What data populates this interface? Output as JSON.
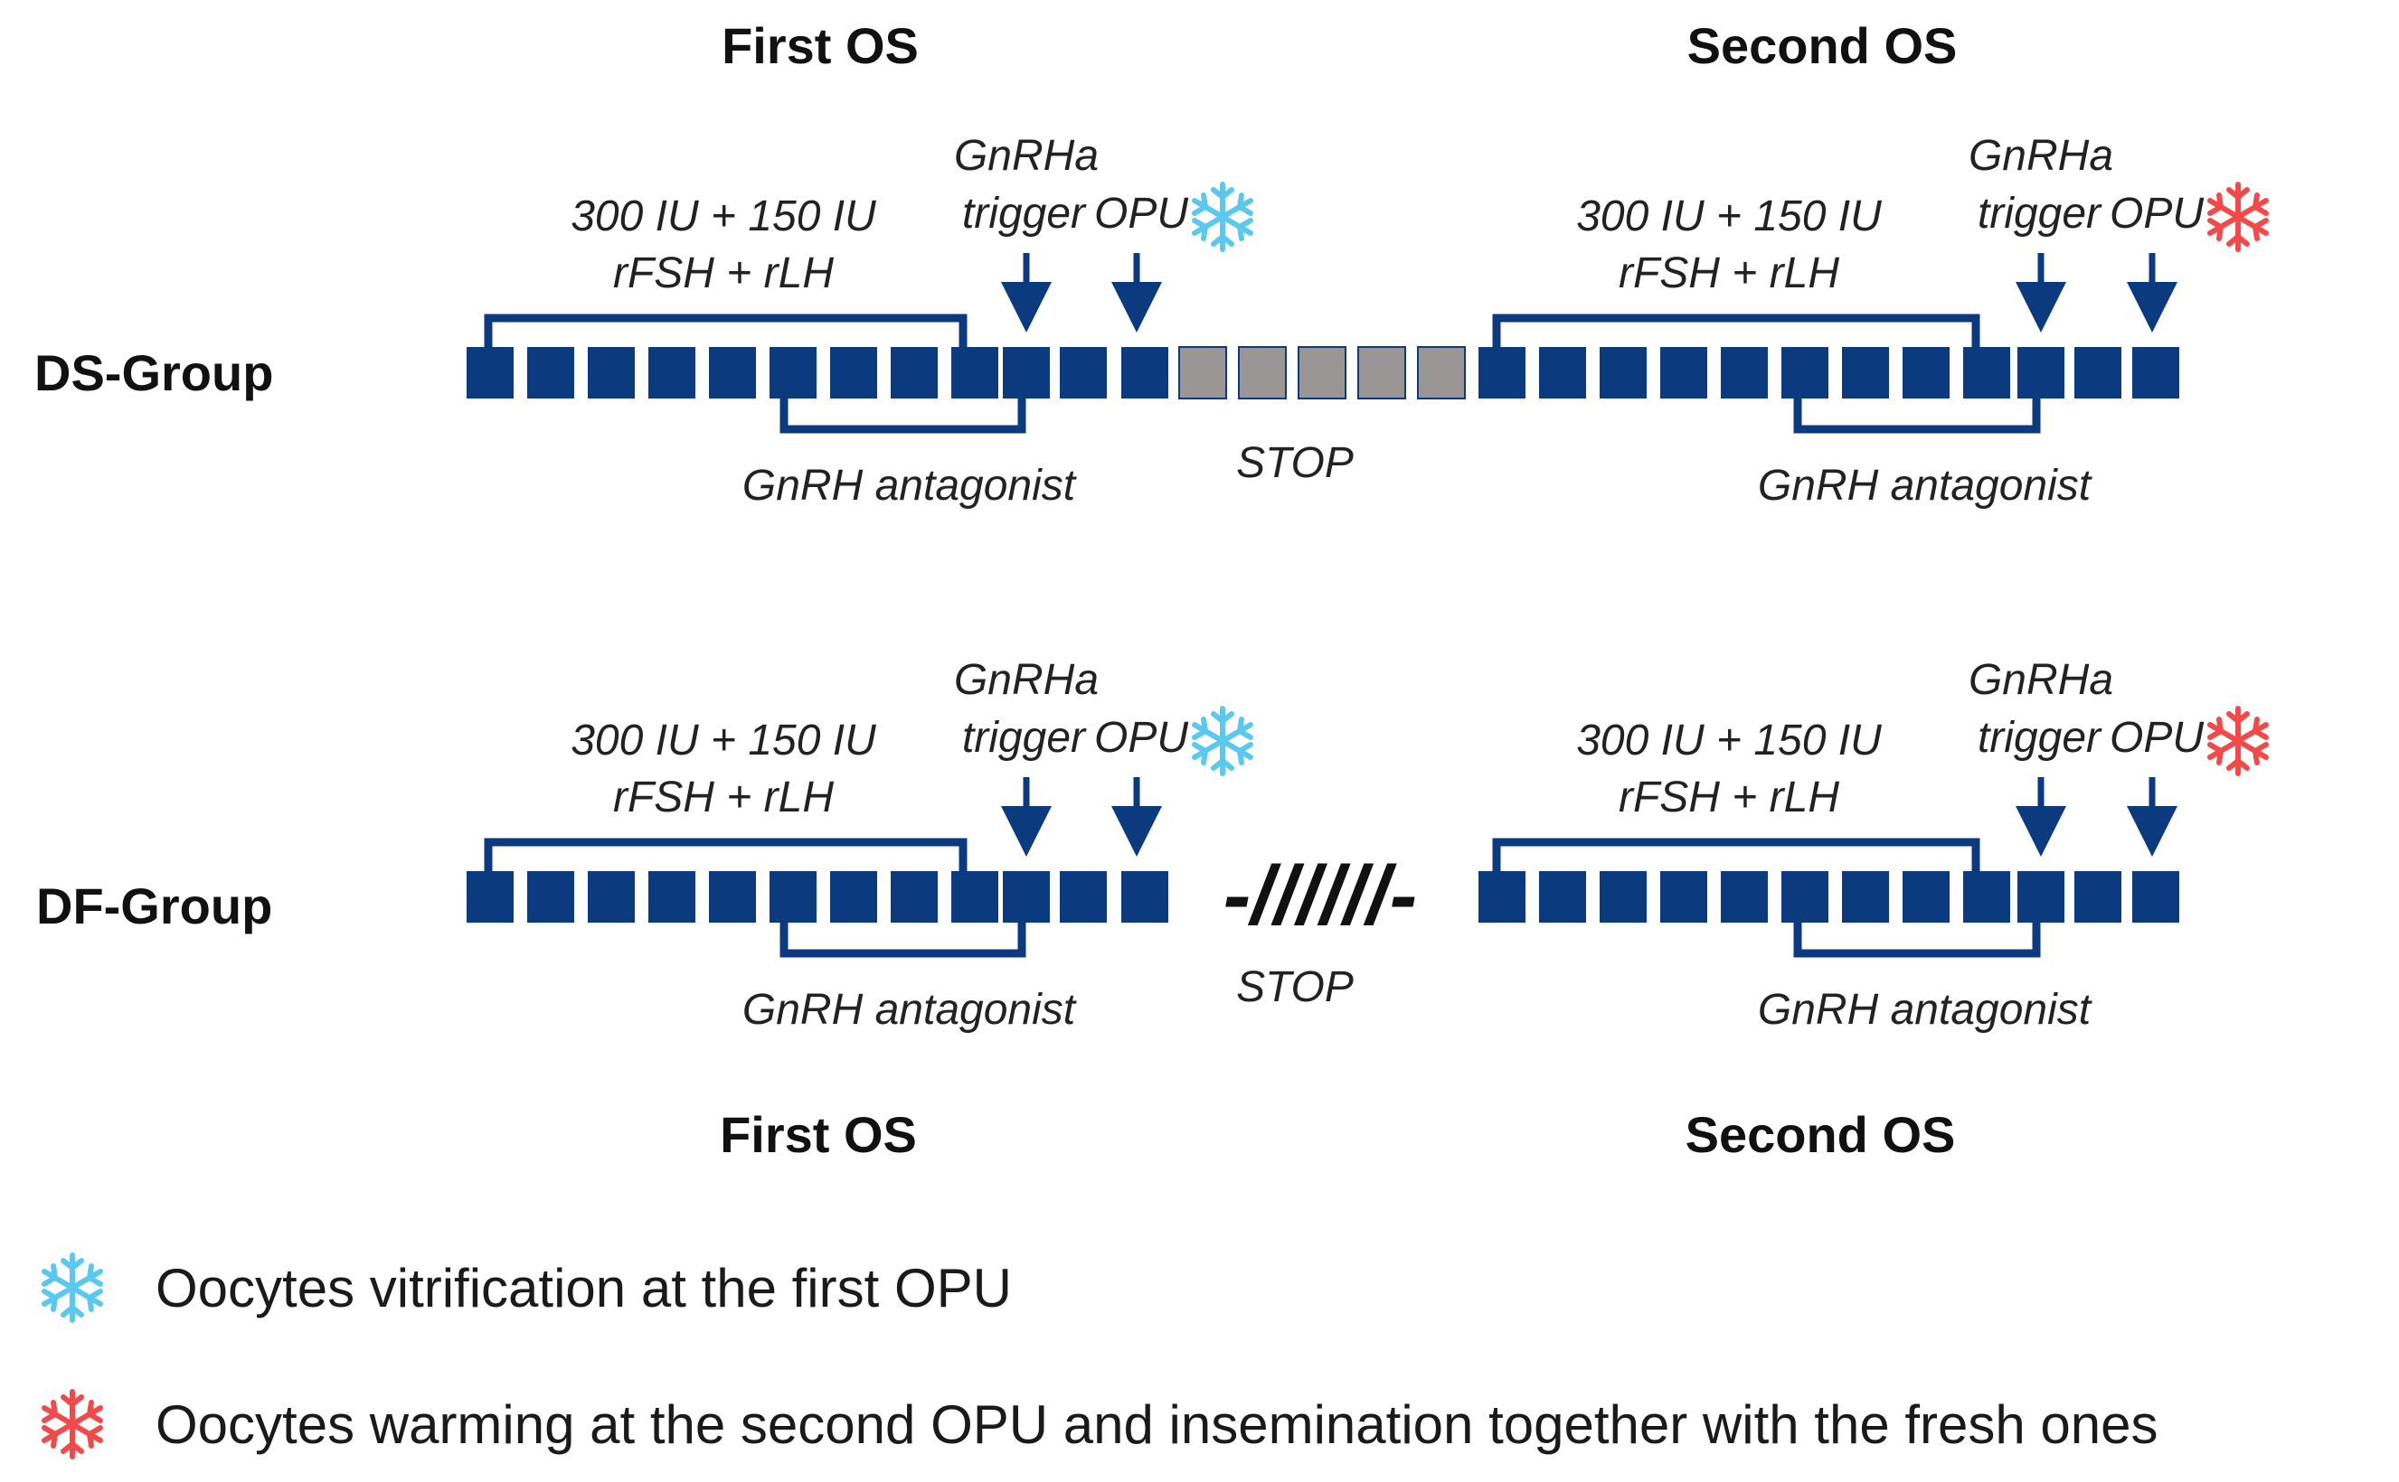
{
  "headers": {
    "first_top": "First OS",
    "second_top": "Second OS",
    "first_bottom": "First OS",
    "second_bottom": "Second OS"
  },
  "groups": {
    "ds": "DS-Group",
    "df": "DF-Group"
  },
  "labels": {
    "dose_line1": "300 IU + 150 IU",
    "dose_line2": "rFSH + rLH",
    "trigger_line1": "GnRHa",
    "trigger_line2": "trigger",
    "opu": "OPU",
    "antagonist": "GnRH antagonist",
    "stop": "STOP",
    "break_marks": "-//////-"
  },
  "legend": [
    {
      "icon": "snowflake-icon",
      "color": "#5bc8f0",
      "text": "Oocytes vitrification at the first OPU"
    },
    {
      "icon": "snowflake-icon",
      "color": "#f04a4a",
      "text": "Oocytes warming at the second OPU and insemination together with the fresh ones"
    }
  ],
  "colors": {
    "day_box": "#0b3a7e",
    "stop_box": "#9a9696",
    "bracket": "#0b3a7e",
    "snow_blue": "#5bc8f0",
    "snow_red": "#f04a4a"
  }
}
